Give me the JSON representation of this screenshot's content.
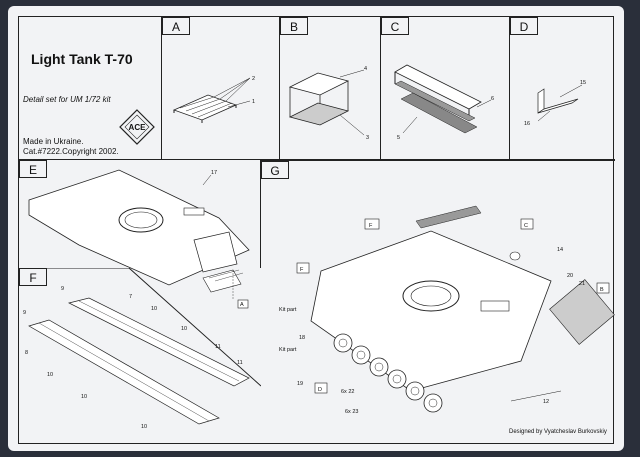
{
  "sheet": {
    "title": "Light Tank T-70",
    "subtitle": "Detail set for UM 1/72 kit",
    "made_in": "Made in Ukraine.",
    "catalog": "Cat.#7222.Copyright 2002.",
    "designer": "Designed by Vyatcheslav Burkovskiy",
    "logo_text": "ACE"
  },
  "sections": {
    "a": "A",
    "b": "B",
    "c": "C",
    "d": "D",
    "e": "E",
    "f": "F",
    "g": "G"
  },
  "callouts": {
    "a_top": "2",
    "a_bottom": "1",
    "b_top": "4",
    "b_bottom": "3",
    "c_right": "6",
    "c_left": "5",
    "d_right": "15",
    "d_left": "16",
    "e_top": "17",
    "e_ref": "A",
    "f_part_9a": "9",
    "f_part_9b": "9",
    "f_part_7": "7",
    "f_part_8": "8",
    "f_part_10a": "10",
    "f_part_10b": "10",
    "f_part_10c": "10",
    "f_part_10d": "10",
    "f_part_10e": "10",
    "f_part_11a": "11",
    "f_part_11b": "11",
    "g_f_top": "F",
    "g_f_left": "F",
    "g_c": "C",
    "g_b": "B",
    "g_d": "D",
    "g_14": "14",
    "g_20": "20",
    "g_21": "21",
    "g_12": "12",
    "g_kit_a": "Kit part",
    "g_kit_b": "Kit part",
    "g_18": "18",
    "g_19": "19",
    "g_6x22": "6x 22",
    "g_6x23": "6x 23"
  }
}
